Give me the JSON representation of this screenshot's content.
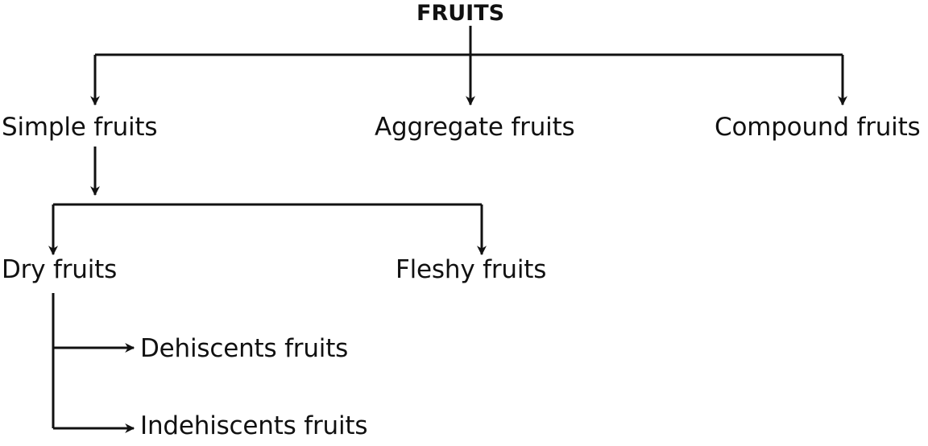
{
  "diagram": {
    "root": "FRUITS",
    "level1": {
      "simple": "Simple fruits",
      "aggregate": "Aggregate fruits",
      "compound": "Compound fruits"
    },
    "level2": {
      "dry": "Dry fruits",
      "fleshy": "Fleshy fruits"
    },
    "level3": {
      "dehiscent": "Dehiscents fruits",
      "indehiscent": "Indehiscents fruits"
    },
    "colors": {
      "line": "#111111",
      "text": "#111111",
      "background": "#ffffff"
    }
  }
}
